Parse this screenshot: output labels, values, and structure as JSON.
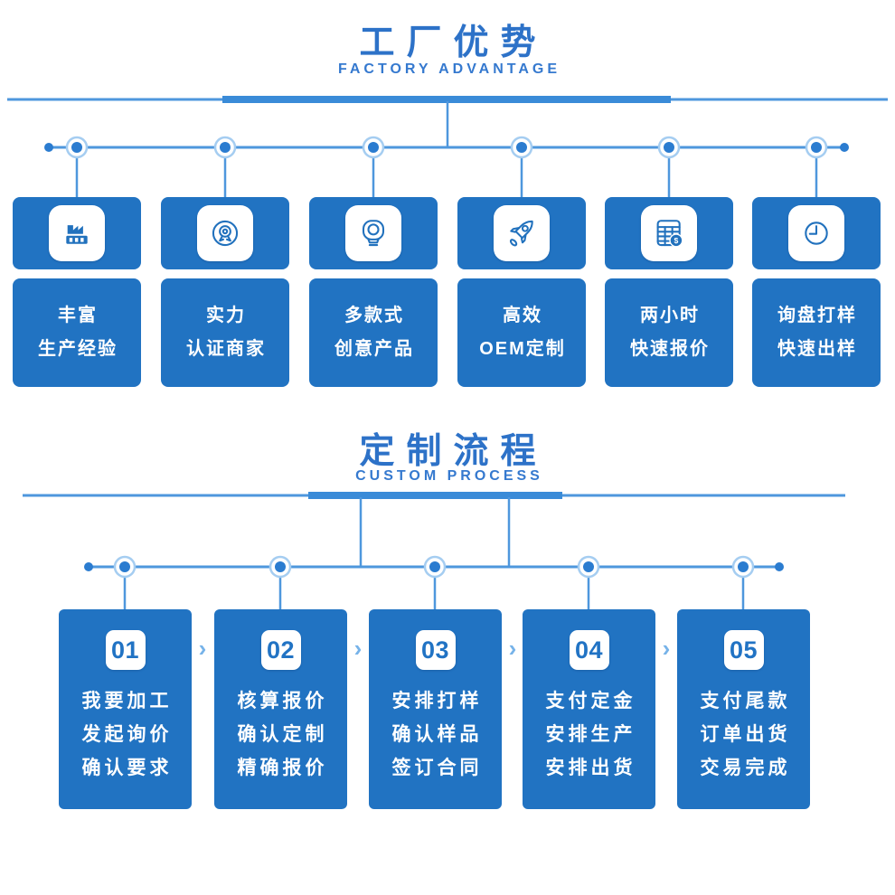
{
  "colors": {
    "card_blue": "#2173c2",
    "title_blue": "#2d72c8",
    "subtitle_blue": "#3579cf",
    "line_blue": "#4e97dd",
    "thick_line_blue": "#3a8bd8",
    "dot_blue": "#2b7cd0",
    "dot_ring_blue": "#a5cdf1",
    "chevron_blue": "#77b3e9",
    "icon_stroke_blue": "#2171bd",
    "text_white": "#ffffff"
  },
  "factory": {
    "title": "工厂优势",
    "subtitle": "FACTORY ADVANTAGE",
    "items": [
      {
        "icon": "factory-icon",
        "lines": [
          "丰富",
          "生产经验"
        ]
      },
      {
        "icon": "medal-icon",
        "lines": [
          "实力",
          "认证商家"
        ]
      },
      {
        "icon": "bulb-icon",
        "lines": [
          "多款式",
          "创意产品"
        ]
      },
      {
        "icon": "rocket-icon",
        "lines": [
          "高效",
          "OEM定制"
        ]
      },
      {
        "icon": "calculator-icon",
        "lines": [
          "两小时",
          "快速报价"
        ]
      },
      {
        "icon": "clock-icon",
        "lines": [
          "询盘打样",
          "快速出样"
        ]
      }
    ]
  },
  "process": {
    "title": "定制流程",
    "subtitle": "CUSTOM PROCESS",
    "chevron": "›",
    "steps": [
      {
        "num": "01",
        "lines": [
          "我要加工",
          "发起询价",
          "确认要求"
        ]
      },
      {
        "num": "02",
        "lines": [
          "核算报价",
          "确认定制",
          "精确报价"
        ]
      },
      {
        "num": "03",
        "lines": [
          "安排打样",
          "确认样品",
          "签订合同"
        ]
      },
      {
        "num": "04",
        "lines": [
          "支付定金",
          "安排生产",
          "安排出货"
        ]
      },
      {
        "num": "05",
        "lines": [
          "支付尾款",
          "订单出货",
          "交易完成"
        ]
      }
    ]
  }
}
